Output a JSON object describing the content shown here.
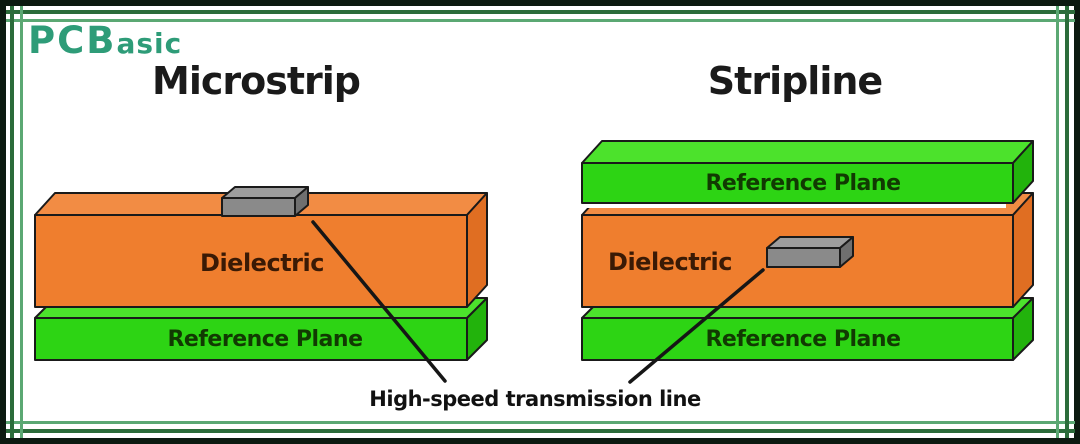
{
  "logo": {
    "brand_bold": "PCB",
    "brand_rest": "asic",
    "color": "#2E9C78"
  },
  "titles": {
    "left": "Microstrip",
    "right": "Stripline"
  },
  "labels": {
    "dielectric": "Dielectric",
    "reference_plane": "Reference Plane",
    "transmission_line": "High-speed transmission line"
  },
  "colors": {
    "background": "#FFFFFF",
    "frame_outer": "#0C1A10",
    "frame_dark_green": "#2B6C3A",
    "frame_light_green": "#5BA873",
    "slab_orange_front": "#EF7E2E",
    "slab_orange_top": "#F28C44",
    "slab_orange_side": "#E06E22",
    "slab_green_front": "#2DD414",
    "slab_green_top": "#4CE22C",
    "slab_green_side": "#22B30C",
    "trace_gray_front": "#8A8A8A",
    "trace_gray_top": "#9D9D9D",
    "trace_gray_side": "#6F6F6F",
    "outline": "#1A1A1A",
    "title_text": "#1A1A1A",
    "dielectric_text": "#3A1A05",
    "reference_plane_text": "#113A02"
  }
}
